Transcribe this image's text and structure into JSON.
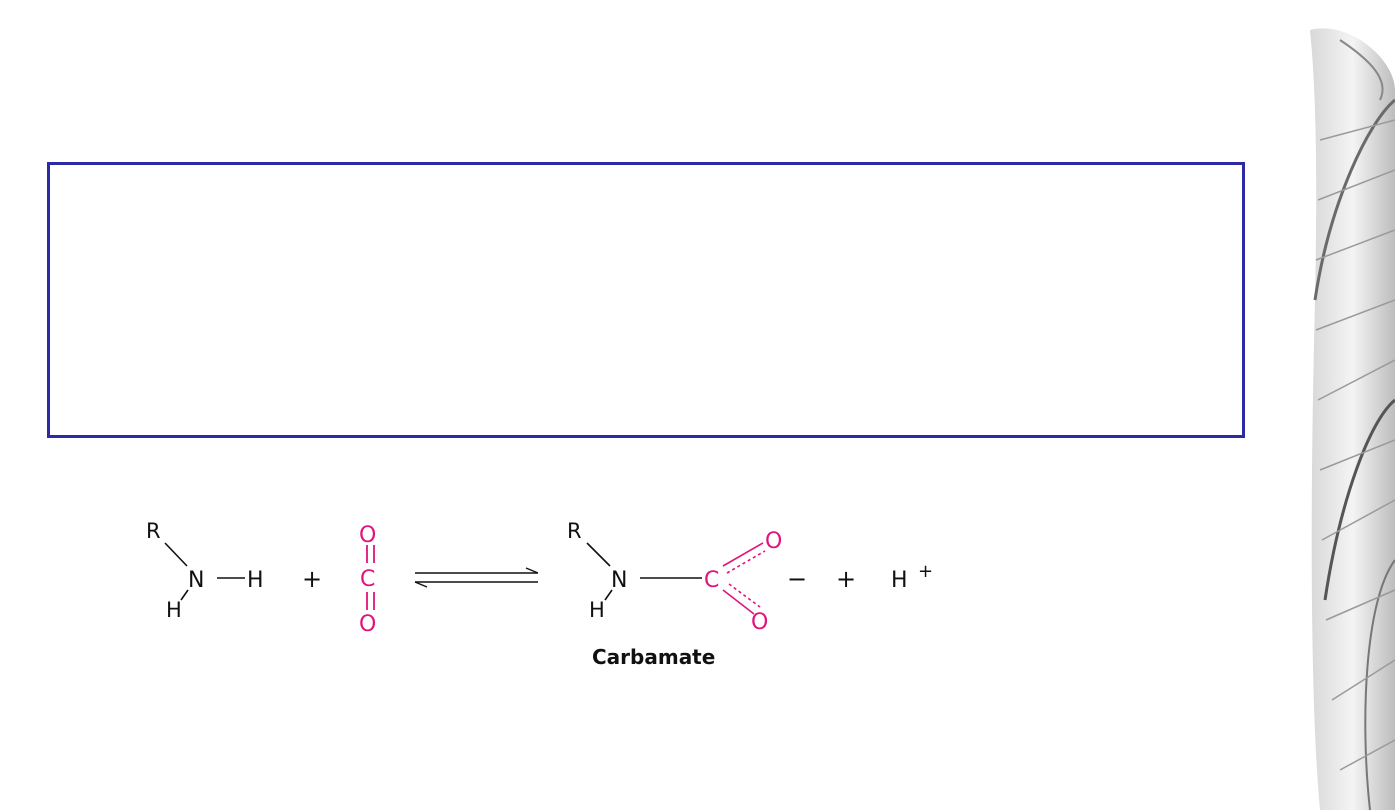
{
  "slide": {
    "content_box_text": ""
  },
  "colors": {
    "box_border": "#2b2ba8",
    "co2": "#e0147c",
    "ink": "#111111"
  },
  "reaction": {
    "reactant_amine": {
      "r": "R",
      "n": "N",
      "h_right": "H",
      "h_below": "H"
    },
    "plus_1": "+",
    "co2": {
      "o_top": "O",
      "c": "C",
      "o_bottom": "O"
    },
    "product": {
      "r": "R",
      "n": "N",
      "h_below": "H",
      "c": "C",
      "o_top": "O",
      "o_bottom": "O",
      "charge": "−"
    },
    "plus_2": "+",
    "proton": "H",
    "proton_charge": "+",
    "product_label": "Carbamate"
  }
}
